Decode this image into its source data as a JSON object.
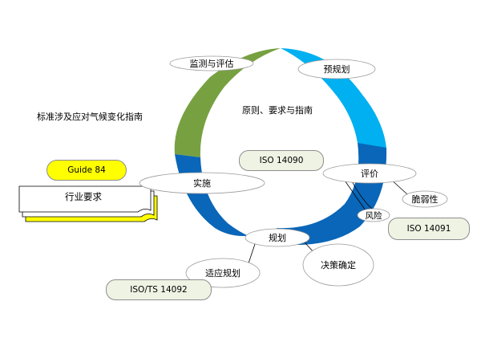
{
  "title": "标准涉及应对气候变化指南",
  "center_text": "原则、要求与指南",
  "cycle": {
    "monitor": "监测与评估",
    "preplan": "预规划",
    "evaluate": "评价",
    "plan": "规划",
    "implement": "实施"
  },
  "outer": {
    "adaptation_plan": "适应规划",
    "decision": "决策确定",
    "vulnerability": "脆弱性",
    "risk": "风险"
  },
  "standards": {
    "iso14090": "ISO 14090",
    "iso14091": "ISO 14091",
    "iso14092": "ISO/TS  14092",
    "guide84": "Guide 84"
  },
  "industry": "行业要求",
  "colors": {
    "green": "#77a141",
    "light_blue": "#00b0f0",
    "dark_blue": "#0a66b8",
    "pill_green": "#eef3e4",
    "yellow": "#ffff00"
  }
}
